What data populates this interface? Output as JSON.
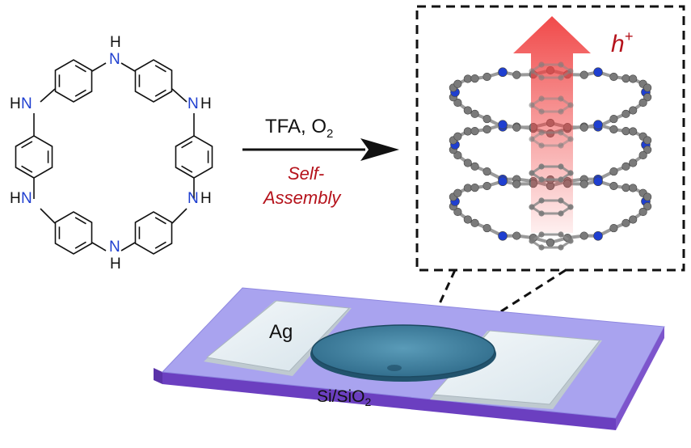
{
  "reaction": {
    "conditions_main": "TFA, O",
    "conditions_sub": "2",
    "self_line1": "Self-",
    "self_line2": "Assembly"
  },
  "macrocycle": {
    "n_label": "N",
    "h_label": "H"
  },
  "inset": {
    "charge_base": "h",
    "charge_sup": "+"
  },
  "device": {
    "electrode_label": "Ag",
    "substrate_base": "Si/SiO",
    "substrate_sub": "2"
  },
  "colors": {
    "nitrogen": "#1f3fd0",
    "accent_red": "#b5121b",
    "substrate_top": "#a9a3ef",
    "substrate_side": "#6b3fc0",
    "film": "#3f7fa0",
    "electrode": "#e6eef2",
    "carbon": "#7a7a7a"
  }
}
